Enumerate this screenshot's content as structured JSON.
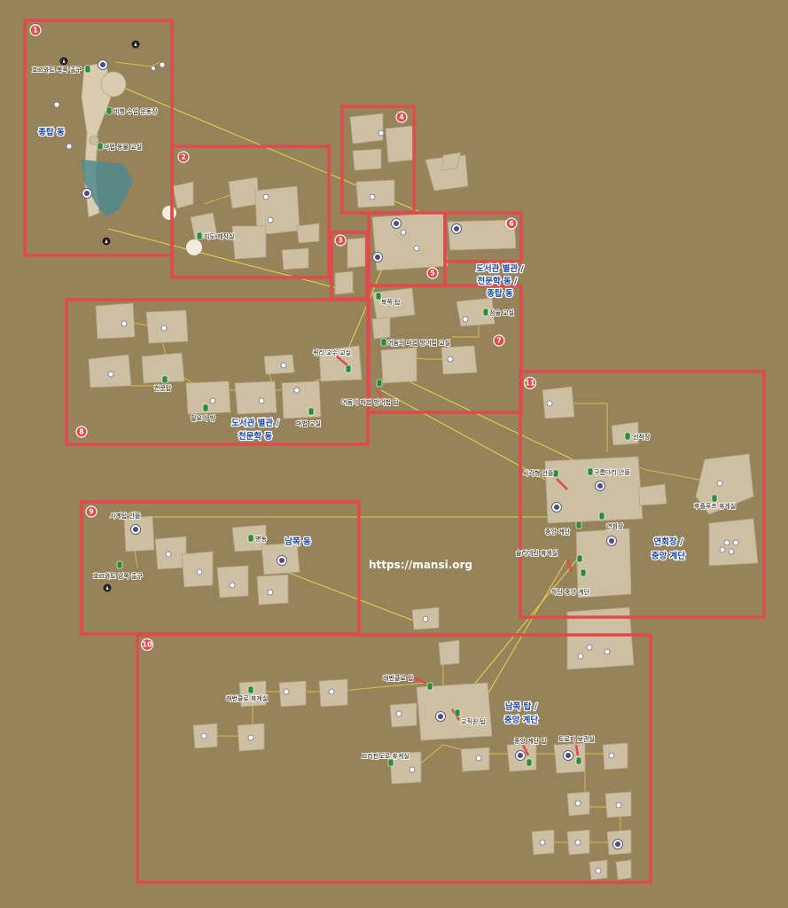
{
  "regions": [
    {
      "number": "1",
      "label": "1"
    },
    {
      "number": "2",
      "label": "2"
    },
    {
      "number": "3",
      "label": "3"
    },
    {
      "number": "4",
      "label": "4"
    },
    {
      "number": "5",
      "label": "5"
    },
    {
      "number": "6",
      "label": "6"
    },
    {
      "number": "7",
      "label": "7"
    },
    {
      "number": "8",
      "label": "8"
    },
    {
      "number": "9",
      "label": "9"
    },
    {
      "number": "10",
      "label": "10"
    },
    {
      "number": "11",
      "label": "11"
    }
  ],
  "area_labels": {
    "clock_tower": "종탑 동",
    "library_annex_1": "도서관 별관 /",
    "library_annex_2": "천문학 동 /",
    "library_annex_3": "종탑 동",
    "library_astronomy_1": "도서관 별관 /",
    "library_astronomy_2": "천문학 동",
    "south_wing": "남쪽 동",
    "grand_staircase_1": "연회장 /",
    "grand_staircase_2": "중앙 계단",
    "south_tower_1": "남쪽 탑 /",
    "south_tower_2": "중앙 계단"
  },
  "places": {
    "hogwarts_north_exit": "호그와트 북쪽 출구",
    "flying_class_grounds": "비행 수업 운동장",
    "magic_creatures_class": "마법 동물 교실",
    "map_room": "지도 제작실",
    "north_tower": "북쪽 탑",
    "dark_arts_classroom": "어둠의 마법 방어법 교실",
    "divination_classroom": "점술 교실",
    "astronomy_classroom": "천문탑",
    "divination_prof": "퀴리 교수 교실",
    "owlery": "필요의 방",
    "charms_classroom": "마법 교실",
    "dada_tower": "어둠의 마법 방어법 탑",
    "clock_tower_courtyard": "시계탑 안뜰",
    "south_exit": "호그와트 남쪽 출구",
    "south_wing_room": "병동",
    "transfiguration_courtyard": "사각형 안뜰",
    "central_courtyard": "구름다리 안뜰",
    "bell_tower": "선착장",
    "grand_staircase": "중앙 계단",
    "great_hall": "연회장",
    "huffle_puff_common": "후플푸프 휴게실",
    "slytherin_common": "슬리데린 휴게실",
    "lower_staircase": "하단 중앙 계단",
    "ravenclaw_tower": "래번클로 탑",
    "ravenclaw_common": "래번클로 휴게실",
    "astronomy_tower": "교직원 탑",
    "gryffindor_common": "그리핀도르 휴게실",
    "central_staircase_tower": "중앙 계단 탑",
    "trophy_room": "트로피 보관실"
  },
  "watermark": "https://mansi.org",
  "colors": {
    "background": "#97835a",
    "region_border": "#e04a4a",
    "area_label": "#1f4aa6",
    "path": "#d7c24e",
    "marker": "#2f8a3a"
  },
  "icons": [
    "floo-flame-icon",
    "wayfinder-marker-icon",
    "landmark-pin-icon"
  ]
}
